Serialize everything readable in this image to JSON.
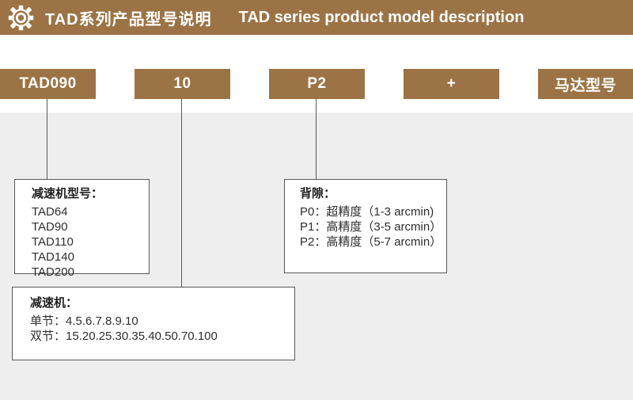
{
  "header": {
    "title_cn": "TAD系列产品型号说明",
    "title_en": "TAD series product model description"
  },
  "model_row": {
    "segments": [
      {
        "label": "TAD090"
      },
      {
        "label": "10"
      },
      {
        "label": "P2"
      },
      {
        "label": "+"
      },
      {
        "label": "马达型号"
      }
    ]
  },
  "boxes": {
    "reducer_model": {
      "title": "减速机型号：",
      "items": [
        "TAD64",
        "TAD90",
        "TAD110",
        "TAD140",
        "TAD200"
      ]
    },
    "backlash": {
      "title": "背隙：",
      "items": [
        "P0：超精度（1-3 arcmin)",
        "P1：高精度（3-5 arcmin）",
        "P2：高精度（5-7 arcmin）"
      ]
    },
    "reducer": {
      "title": "减速机：",
      "items": [
        "单节：4.5.6.7.8.9.10",
        "双节：15.20.25.30.35.40.50.70.100"
      ]
    }
  },
  "colors": {
    "accent": "#9c7345",
    "panel_gray": "#eeeeee",
    "line": "#595959"
  }
}
